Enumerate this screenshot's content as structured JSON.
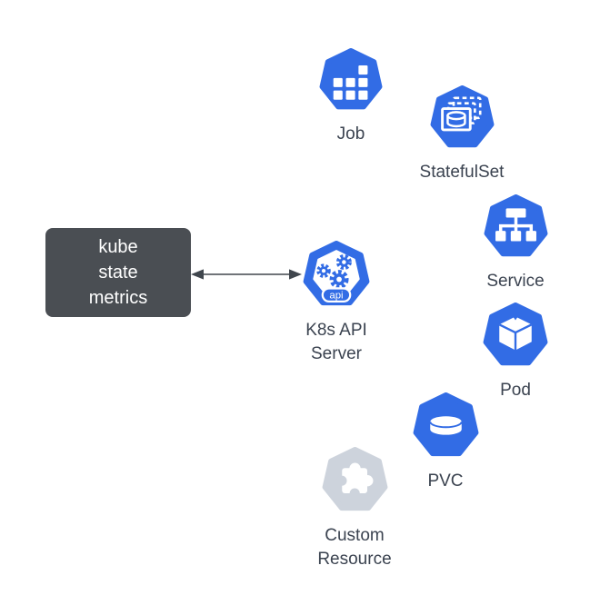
{
  "colors": {
    "k8s_blue": "#326CE5",
    "custom_gray": "#CDD3DC",
    "box_bg": "#4A4E53",
    "label_text": "#3B4350",
    "arrow": "#40464D"
  },
  "box": {
    "label_lines": [
      "kube",
      "state",
      "metrics"
    ]
  },
  "arrow": {
    "style": "double-headed",
    "connects": [
      "kube state metrics",
      "K8s API Server"
    ]
  },
  "api_server": {
    "label_lines": [
      "K8s API",
      "Server"
    ],
    "badge": "api"
  },
  "resources": [
    {
      "id": "job",
      "label": "Job"
    },
    {
      "id": "statefulset",
      "label": "StatefulSet"
    },
    {
      "id": "service",
      "label": "Service"
    },
    {
      "id": "pod",
      "label": "Pod"
    },
    {
      "id": "pvc",
      "label": "PVC"
    },
    {
      "id": "custom-resource",
      "label_lines": [
        "Custom",
        "Resource"
      ]
    }
  ]
}
